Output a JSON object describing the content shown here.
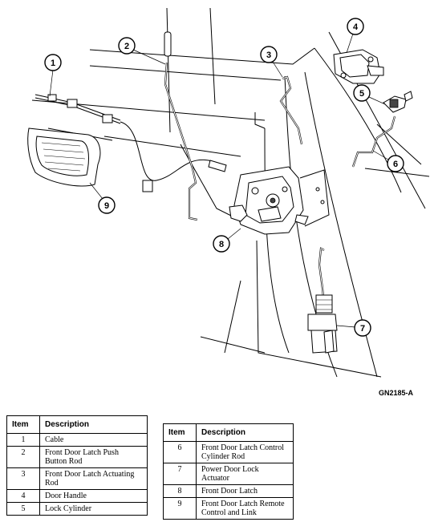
{
  "figure_code": "GN2185-A",
  "callouts": [
    "1",
    "2",
    "3",
    "4",
    "5",
    "6",
    "7",
    "8",
    "9"
  ],
  "legend_left": {
    "header_item": "Item",
    "header_desc": "Description",
    "rows": [
      {
        "item": "1",
        "desc": "Cable"
      },
      {
        "item": "2",
        "desc": "Front Door Latch Push Button Rod"
      },
      {
        "item": "3",
        "desc": "Front Door Latch Actuating Rod"
      },
      {
        "item": "4",
        "desc": "Door Handle"
      },
      {
        "item": "5",
        "desc": "Lock Cylinder"
      }
    ]
  },
  "legend_right": {
    "header_item": "Item",
    "header_desc": "Description",
    "rows": [
      {
        "item": "6",
        "desc": "Front Door Latch Control Cylinder Rod"
      },
      {
        "item": "7",
        "desc": "Power Door Lock Actuator"
      },
      {
        "item": "8",
        "desc": "Front Door Latch"
      },
      {
        "item": "9",
        "desc": "Front Door Latch Remote Control and Link"
      }
    ]
  }
}
